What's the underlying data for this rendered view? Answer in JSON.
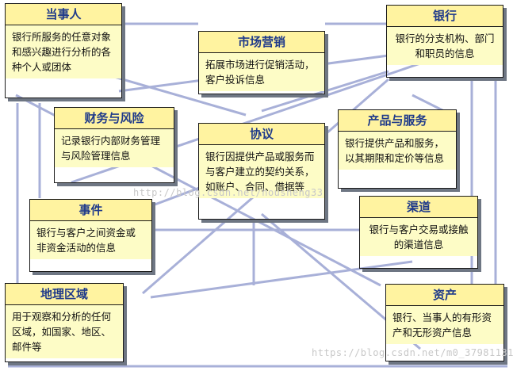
{
  "boxes": {
    "party": {
      "title": "当事人",
      "desc": "银行所服务的任意对象和感兴趣进行分析的各种个人或团体"
    },
    "marketing": {
      "title": "市场营销",
      "desc": "拓展市场进行促销活动，客户投诉信息"
    },
    "bank": {
      "title": "银行",
      "desc": "银行的分支机构、部门和职员的信息"
    },
    "finance_risk": {
      "title": "财务与风险",
      "desc": "记录银行内部财务管理与风险管理信息"
    },
    "agreement": {
      "title": "协议",
      "desc": "银行因提供产品或服务而与客户建立的契约关系，如账户、合同、借据等"
    },
    "product_service": {
      "title": "产品与服务",
      "desc": "银行提供产品和服务，以其期限和定价等信息"
    },
    "event": {
      "title": "事件",
      "desc": "银行与客户之间资金或非资金活动的信息"
    },
    "channel": {
      "title": "渠道",
      "desc": "银行与客户交易或接触的渠道信息"
    },
    "region": {
      "title": "地理区域",
      "desc": "用于观察和分析的任何区域，如国家、地区、邮件等"
    },
    "asset": {
      "title": "资产",
      "desc": "银行、当事人的有形资产和无形资产信息"
    }
  },
  "watermarks": {
    "middle": "http://blog.csdn.net/housheng33",
    "bottom": "https://blog.csdn.net/m0_37981131"
  },
  "colors": {
    "line": "#a8b0d8",
    "header_bg": "#fff3a0",
    "body_bg": "#fdfcc6",
    "title_text": "#1f3a8a"
  }
}
